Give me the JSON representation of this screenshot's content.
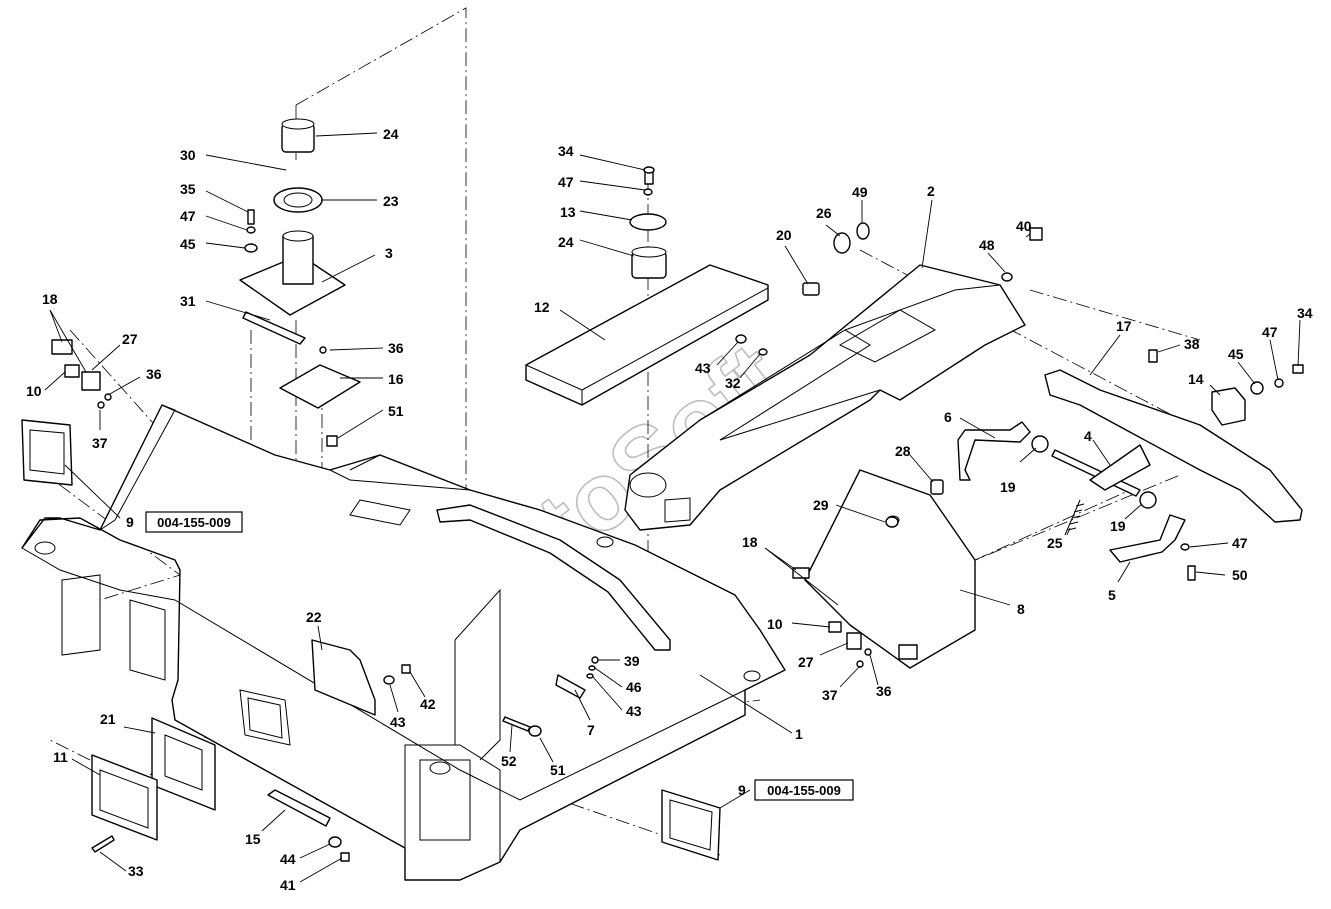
{
  "watermark": "AutoSoft",
  "refs": [
    {
      "id": "ref-box-left",
      "text": "004-155-009"
    },
    {
      "id": "ref-box-bottom",
      "text": "004-155-009"
    }
  ],
  "labels": [
    {
      "text": "24"
    },
    {
      "text": "30"
    },
    {
      "text": "23"
    },
    {
      "text": "35"
    },
    {
      "text": "47"
    },
    {
      "text": "45"
    },
    {
      "text": "3"
    },
    {
      "text": "31"
    },
    {
      "text": "36"
    },
    {
      "text": "16"
    },
    {
      "text": "51"
    },
    {
      "text": "18"
    },
    {
      "text": "27"
    },
    {
      "text": "10"
    },
    {
      "text": "36"
    },
    {
      "text": "37"
    },
    {
      "text": "9"
    },
    {
      "text": "34"
    },
    {
      "text": "47"
    },
    {
      "text": "13"
    },
    {
      "text": "24"
    },
    {
      "text": "12"
    },
    {
      "text": "43"
    },
    {
      "text": "32"
    },
    {
      "text": "20"
    },
    {
      "text": "26"
    },
    {
      "text": "49"
    },
    {
      "text": "2"
    },
    {
      "text": "48"
    },
    {
      "text": "40"
    },
    {
      "text": "17"
    },
    {
      "text": "34"
    },
    {
      "text": "47"
    },
    {
      "text": "38"
    },
    {
      "text": "45"
    },
    {
      "text": "14"
    },
    {
      "text": "6"
    },
    {
      "text": "4"
    },
    {
      "text": "19"
    },
    {
      "text": "28"
    },
    {
      "text": "29"
    },
    {
      "text": "25"
    },
    {
      "text": "19"
    },
    {
      "text": "47"
    },
    {
      "text": "50"
    },
    {
      "text": "5"
    },
    {
      "text": "8"
    },
    {
      "text": "18"
    },
    {
      "text": "10"
    },
    {
      "text": "27"
    },
    {
      "text": "36"
    },
    {
      "text": "37"
    },
    {
      "text": "22"
    },
    {
      "text": "42"
    },
    {
      "text": "43"
    },
    {
      "text": "39"
    },
    {
      "text": "46"
    },
    {
      "text": "43"
    },
    {
      "text": "7"
    },
    {
      "text": "1"
    },
    {
      "text": "21"
    },
    {
      "text": "11"
    },
    {
      "text": "52"
    },
    {
      "text": "51"
    },
    {
      "text": "15"
    },
    {
      "text": "44"
    },
    {
      "text": "41"
    },
    {
      "text": "33"
    },
    {
      "text": "9"
    }
  ]
}
